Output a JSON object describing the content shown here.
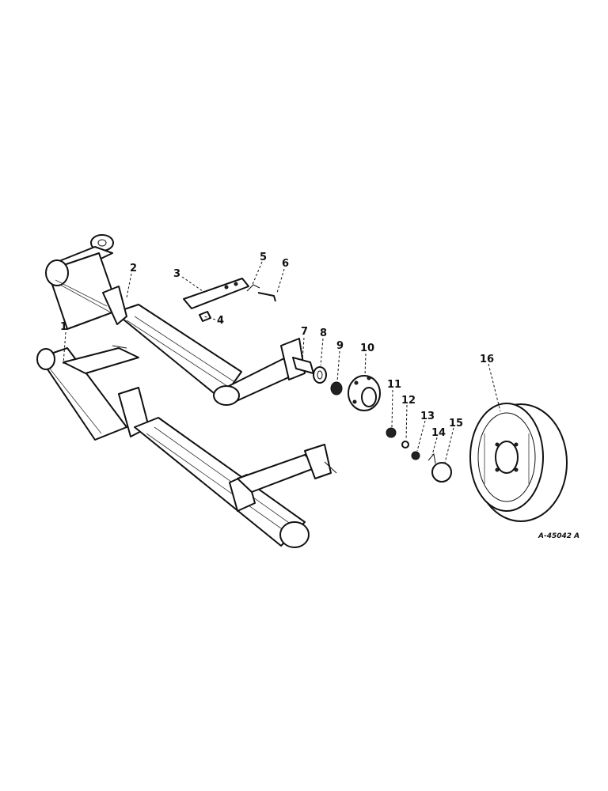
{
  "callouts": [
    {
      "id": "p1",
      "label": "1"
    },
    {
      "id": "p2",
      "label": "2"
    },
    {
      "id": "p3",
      "label": "3"
    },
    {
      "id": "p4",
      "label": "4"
    },
    {
      "id": "p5",
      "label": "5"
    },
    {
      "id": "p6",
      "label": "6"
    },
    {
      "id": "p7",
      "label": "7"
    },
    {
      "id": "p8",
      "label": "8"
    },
    {
      "id": "p9",
      "label": "9"
    },
    {
      "id": "p10",
      "label": "10"
    },
    {
      "id": "p11",
      "label": "11"
    },
    {
      "id": "p12",
      "label": "12"
    },
    {
      "id": "p13",
      "label": "13"
    },
    {
      "id": "p14",
      "label": "14"
    },
    {
      "id": "p15",
      "label": "15"
    },
    {
      "id": "p16",
      "label": "16"
    }
  ],
  "drawing_code": "A-45042 A",
  "colors": {
    "ink": "#111111",
    "paper": "#ffffff"
  }
}
